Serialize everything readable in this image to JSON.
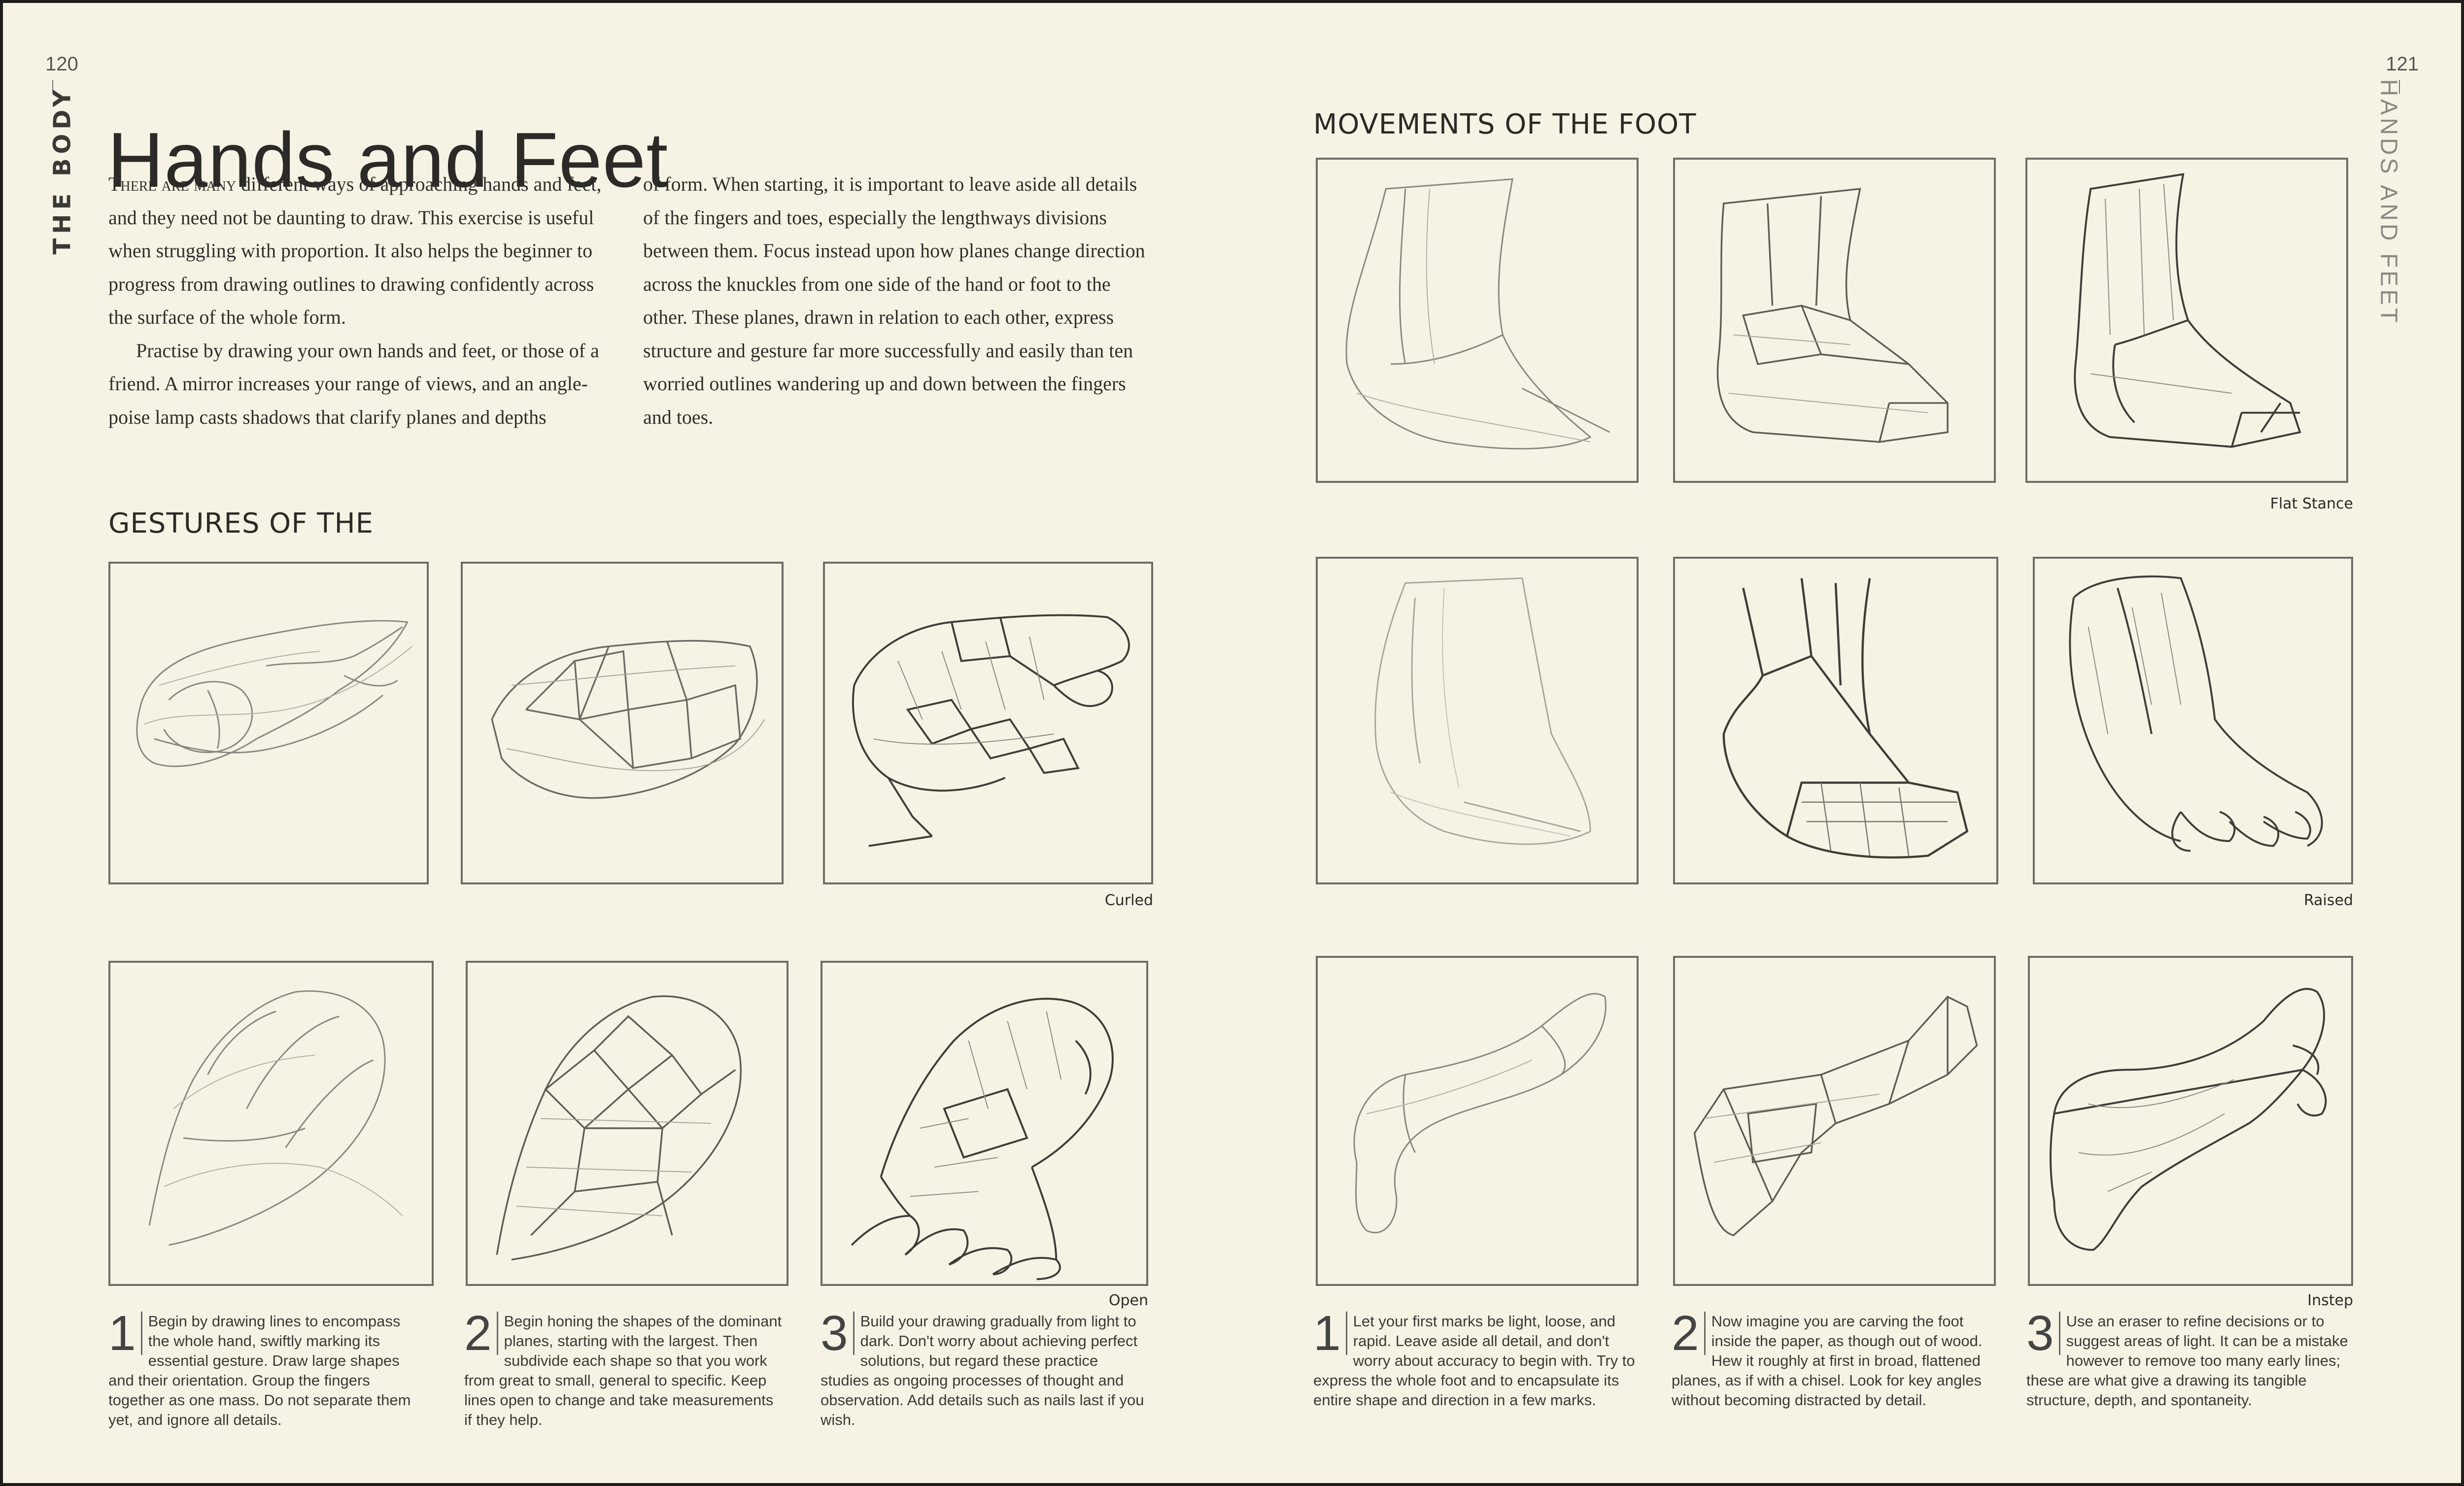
{
  "page_numbers": {
    "left": "120",
    "right": "121"
  },
  "section_labels": {
    "left": "THE BODY",
    "right": "HANDS AND FEET"
  },
  "title": "Hands and Feet",
  "body_columns": {
    "col1_p1_smallcaps": "There are many",
    "col1_p1_rest": " different ways of approaching hands and feet, and they need not be daunting to draw. This exercise is useful when struggling with proportion. It also helps the beginner to progress from drawing outlines to drawing confidently across the surface of the whole form.",
    "col1_p2": "Practise by drawing your own hands and feet, or those of a friend. A mirror increases your range of views, and an angle-poise lamp casts shadows that clarify planes and depths",
    "col2_p1": "of form. When starting, it is important to leave aside all details of the fingers and toes, especially the lengthways divisions between them. Focus instead upon how planes change direction across the knuckles from one side of the hand or foot to the other. These planes, drawn in relation to each other, express structure and gesture far more successfully and easily than ten worried outlines wandering up and down between the fingers and toes."
  },
  "sections": {
    "hand_heading": "GESTURES OF THE",
    "foot_heading": "MOVEMENTS OF THE FOOT"
  },
  "captions": {
    "curled": "Curled",
    "open": "Open",
    "flat_stance": "Flat Stance",
    "raised": "Raised",
    "instep": "Instep"
  },
  "hand_steps": [
    {
      "number": "1",
      "text": "Begin by drawing lines to encompass the whole hand, swiftly marking its essential gesture. Draw large shapes and their orientation. Group the fingers together as one mass. Do not separate them yet, and ignore all details."
    },
    {
      "number": "2",
      "text": "Begin honing the shapes of the dominant planes, starting with the largest. Then subdivide each shape so that you work from great to small, general to specific. Keep lines open to change and take measurements if they help."
    },
    {
      "number": "3",
      "text": "Build your drawing gradually from light to dark. Don't worry about achieving perfect solutions, but regard these practice studies as ongoing processes of thought and observation. Add details such as nails last if you wish."
    }
  ],
  "foot_steps": [
    {
      "number": "1",
      "text": "Let your first marks be light, loose, and rapid. Leave aside all detail, and don't worry about accuracy to begin with. Try to express the whole foot and to encapsulate its entire shape and direction in a few marks."
    },
    {
      "number": "2",
      "text": "Now imagine you are carving the foot inside the paper, as though out of wood. Hew it roughly at first in broad, flattened planes, as if with a chisel. Look for key angles without becoming distracted by detail."
    },
    {
      "number": "3",
      "text": "Use an eraser to refine decisions or to suggest areas of light. It can be a mistake however to remove too many early lines; these are what give a drawing its tangible structure, depth, and spontaneity."
    }
  ],
  "colors": {
    "paper": "#f7f3e4",
    "ink": "#2b2a26",
    "frame": "#6f6c64"
  }
}
